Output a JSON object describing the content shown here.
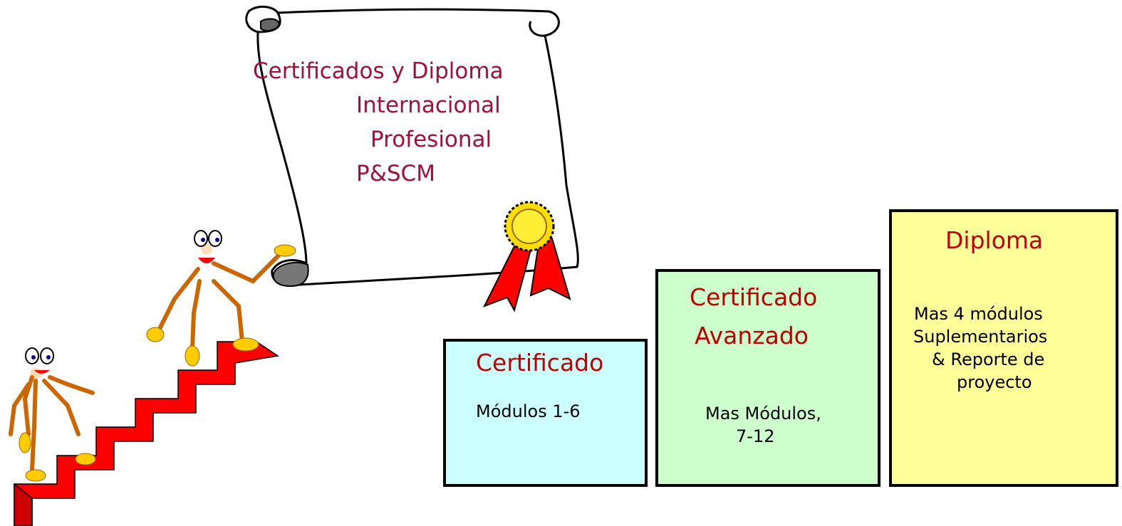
{
  "scroll": {
    "line1": "Certificados y Diploma",
    "line2": "Internacional",
    "line3": "Profesional",
    "line4": "P&SCM"
  },
  "levels": [
    {
      "heading": "Certificado",
      "body_lines": [
        "Módulos 1-6"
      ],
      "color": "#ccffff"
    },
    {
      "heading_lines": [
        "Certificado",
        "Avanzado"
      ],
      "body_lines": [
        "Mas Módulos,",
        "7-12"
      ],
      "color": "#ccffcc"
    },
    {
      "heading": "Diploma",
      "body_lines": [
        "Mas 4 módulos",
        "Suplementarios",
        "& Reporte de",
        "proyecto"
      ],
      "color": "#ffff99"
    }
  ],
  "colors": {
    "title": "#a0103a",
    "heading": "#c00000",
    "stairs": "#ff0000",
    "feet": "#ffcc00",
    "limbs": "#cc6600"
  },
  "icons": [
    "scroll-icon",
    "ribbon-seal-icon",
    "staircase-icon",
    "stick-figure-icon"
  ]
}
